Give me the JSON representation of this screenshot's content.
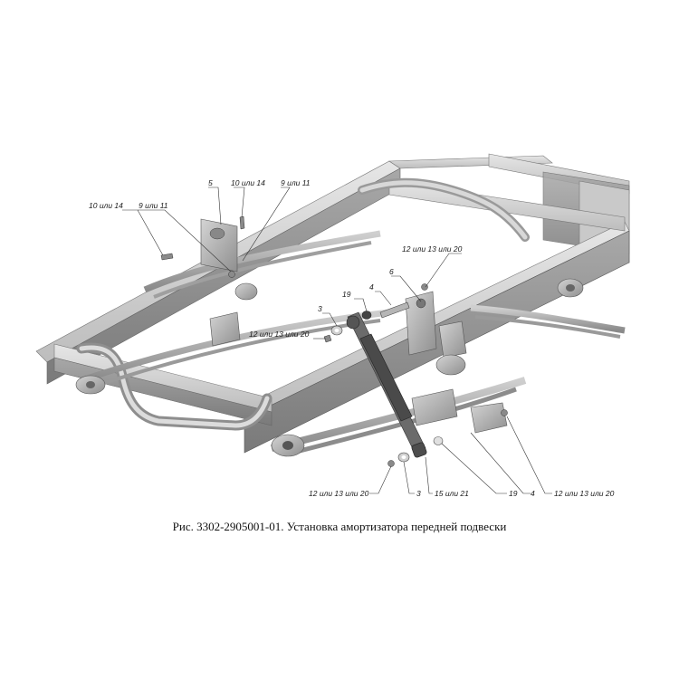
{
  "caption": "Рис. 3302-2905001-01. Установка амортизатора передней подвески",
  "callouts": [
    {
      "id": "c5",
      "text": "5"
    },
    {
      "id": "c1014a",
      "text": "10 или 14"
    },
    {
      "id": "c911a",
      "text": "9 или 11"
    },
    {
      "id": "c1014b",
      "text": "10 или 14"
    },
    {
      "id": "c911b",
      "text": "9 или 11"
    },
    {
      "id": "c121320a",
      "text": "12 или 13 или 20"
    },
    {
      "id": "c6",
      "text": "6"
    },
    {
      "id": "c19a",
      "text": "19"
    },
    {
      "id": "c4a",
      "text": "4"
    },
    {
      "id": "c3a",
      "text": "3"
    },
    {
      "id": "c121320b",
      "text": "12 или 13 или 20"
    },
    {
      "id": "c121320c",
      "text": "12 или 13 или 20"
    },
    {
      "id": "c3b",
      "text": "3"
    },
    {
      "id": "c1521",
      "text": "15 или 21"
    },
    {
      "id": "c19b",
      "text": "19"
    },
    {
      "id": "c4b",
      "text": "4"
    },
    {
      "id": "c121320d",
      "text": "12 или 13 или 20"
    }
  ]
}
